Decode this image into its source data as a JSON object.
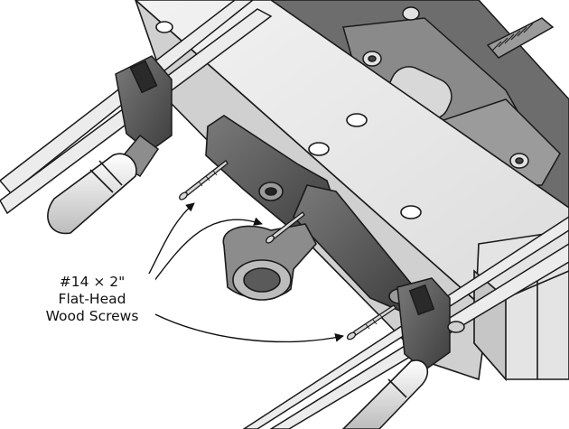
{
  "callout": {
    "lines": [
      "#14 × 2\"",
      "Flat-Head",
      "Wood Screws"
    ]
  },
  "colors": {
    "background": "#ffffff",
    "metal_light": "#e6e6e6",
    "metal_mid": "#c8c8c8",
    "metal_dark": "#8a8a8a",
    "handle": "#555555",
    "outline": "#1a1a1a"
  },
  "icons": [
    "screw-icon",
    "arrow-icon",
    "clamp-icon",
    "knob-icon"
  ]
}
